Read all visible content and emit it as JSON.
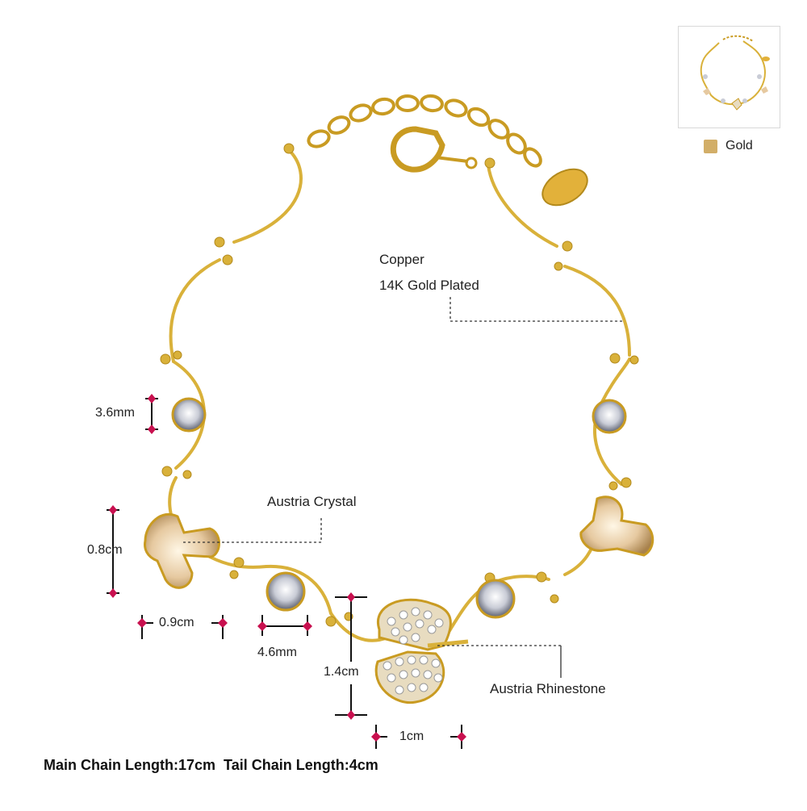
{
  "colors": {
    "gold": "#d9b13a",
    "gold_dark": "#b38a1c",
    "crystal": "#e7c8a0",
    "marker": "#c8104f",
    "swatch": "#d2ae68"
  },
  "material": {
    "line1": "Copper",
    "line2": "14K Gold Plated"
  },
  "callouts": {
    "austria_crystal": "Austria Crystal",
    "austria_rhinestone": "Austria Rhinestone"
  },
  "dimensions": {
    "round_stone_small": "3.6mm",
    "butterfly_crystal_height": "0.8cm",
    "butterfly_crystal_width": "0.9cm",
    "round_stone_large": "4.6mm",
    "rhinestone_butterfly_height": "1.4cm",
    "rhinestone_butterfly_width": "1cm"
  },
  "footer": {
    "main_chain": "Main Chain Length:17cm",
    "tail_chain": "Tail Chain Length:4cm"
  },
  "variant": {
    "label": "Gold",
    "thumbnail_icon": "bracelet-thumbnail-icon"
  }
}
